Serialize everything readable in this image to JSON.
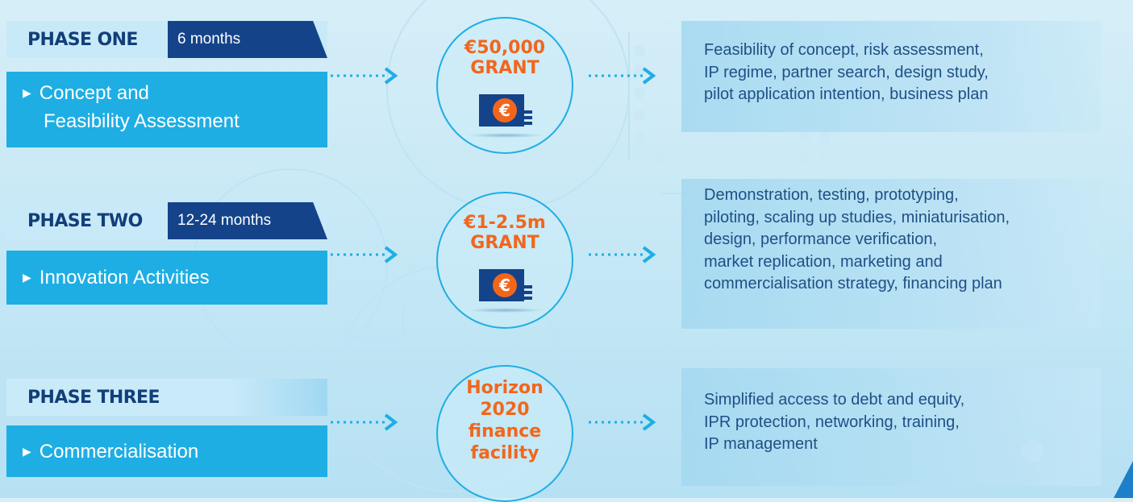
{
  "phases": [
    {
      "title": "PHASE ONE",
      "duration": "6 months",
      "items": [
        "Concept and",
        "Feasibility Assessment"
      ],
      "grant": [
        "€50,000",
        "GRANT"
      ],
      "grant_icon": "euro-banknote-icon",
      "description": "Feasibility of concept, risk assessment,\nIP regime, partner search, design study,\npilot application intention, business plan"
    },
    {
      "title": "PHASE TWO",
      "duration": "12-24  months",
      "items": [
        "Innovation Activities"
      ],
      "grant": [
        "€1-2.5m",
        "GRANT"
      ],
      "grant_icon": "euro-banknote-icon",
      "description": "Demonstration, testing, prototyping,\npiloting, scaling up studies, miniaturisation,\ndesign, performance verification,\nmarket replication, marketing and\ncommercialisation strategy, financing plan"
    },
    {
      "title": "PHASE THREE",
      "duration": "",
      "items": [
        "Commercialisation"
      ],
      "grant": [
        "Horizon",
        "2020",
        "finance",
        "facility"
      ],
      "grant_icon": "",
      "description": "Simplified access to debt and equity,\nIPR protection, networking, training,\nIP management"
    }
  ],
  "colors": {
    "navy": "#144389",
    "cyan": "#1eaee4",
    "orange": "#f2661c",
    "title_text": "#123f7a",
    "desc_text": "#1f4f86"
  },
  "icons": {
    "bullet": "triangle-right-icon",
    "arrow": "dotted-arrow-icon",
    "euro": "euro-banknote-icon"
  }
}
